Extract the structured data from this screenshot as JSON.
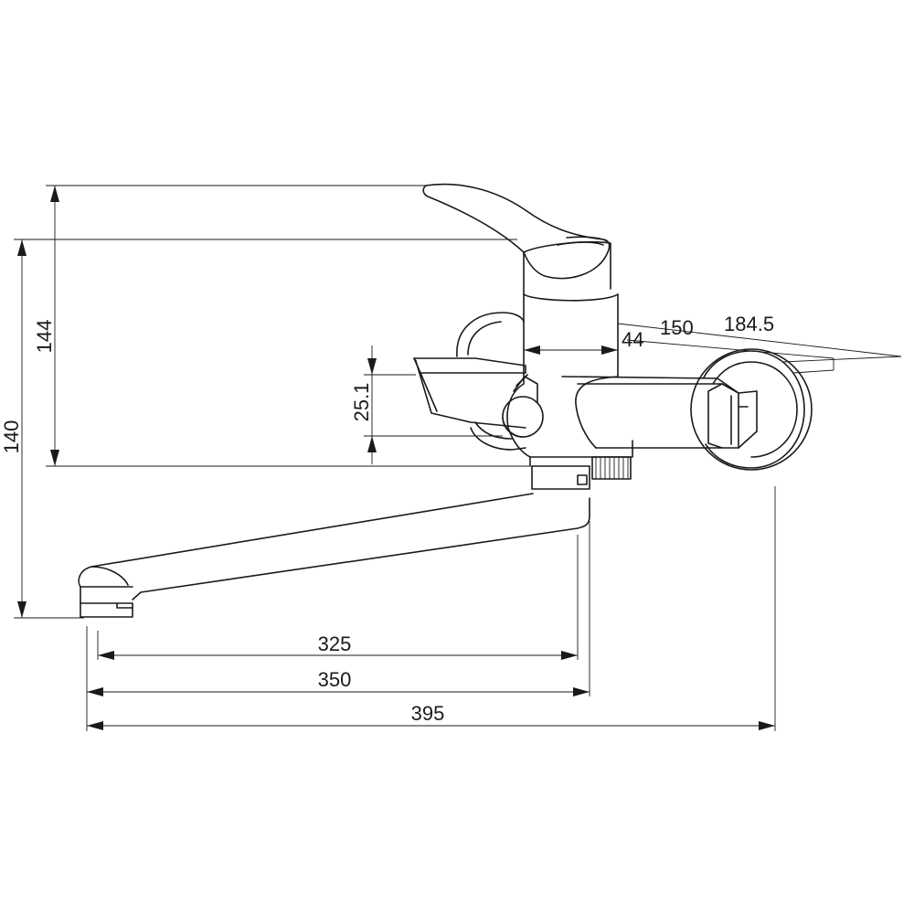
{
  "drawing": {
    "dimensions": {
      "height_total": "140",
      "height_lever": "144",
      "diverter_height": "25.1",
      "body_width": "44",
      "eccentric_min": "150",
      "eccentric_max": "184.5",
      "spout_325": "325",
      "spout_350": "350",
      "overall_395": "395"
    }
  }
}
